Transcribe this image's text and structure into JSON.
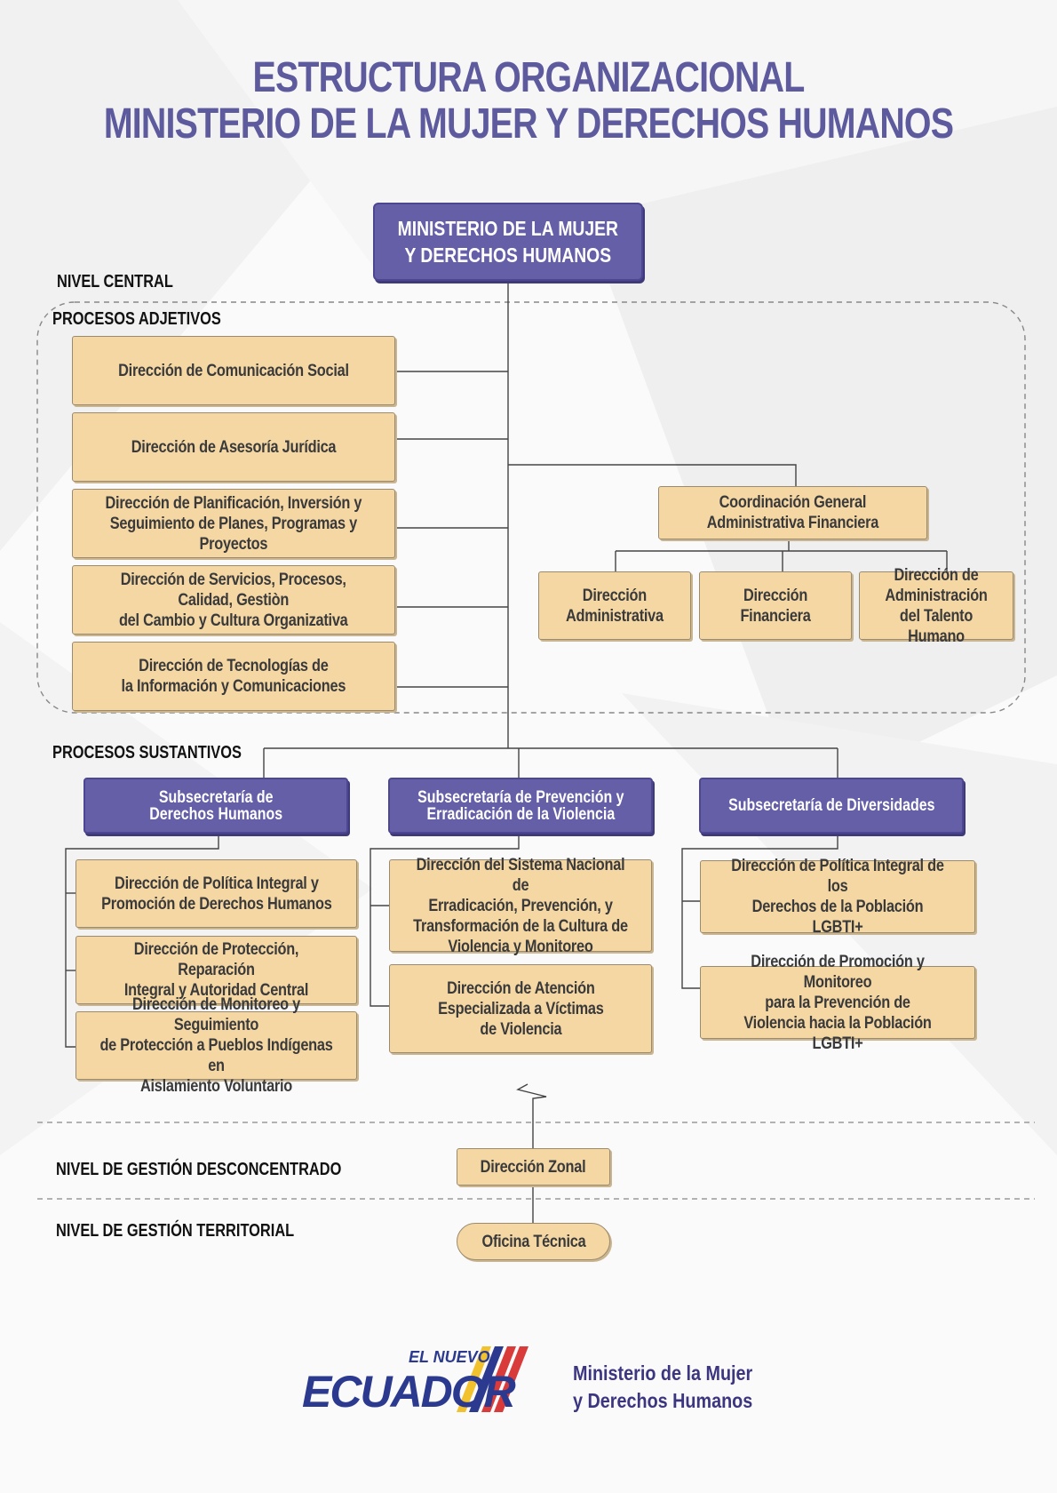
{
  "title": {
    "line1": "ESTRUCTURA ORGANIZACIONAL",
    "line2": "MINISTERIO DE LA MUJER Y DERECHOS HUMANOS"
  },
  "colors": {
    "purple": "#655fa8",
    "tan": "#f5d7a4",
    "title": "#5e5a9e"
  },
  "top_box": "MINISTERIO DE LA MUJER\nY DERECHOS HUMANOS",
  "labels": {
    "nivel_central": "NIVEL CENTRAL",
    "procesos_adjetivos": "PROCESOS ADJETIVOS",
    "procesos_sustantivos": "PROCESOS SUSTANTIVOS",
    "nivel_desconcentrado": "NIVEL DE GESTIÓN DESCONCENTRADO",
    "nivel_territorial": "NIVEL DE GESTIÓN TERRITORIAL"
  },
  "adjetivos": [
    "Dirección de Comunicación Social",
    "Dirección de Asesoría Jurídica",
    "Dirección de Planificación,  Inversión y\nSeguimiento de Planes, Programas y\nProyectos",
    "Dirección de Servicios, Procesos,\nCalidad, Gestiòn\ndel Cambio y Cultura Organizativa",
    "Dirección de Tecnologías de\nla Información y Comunicaciones"
  ],
  "coordinacion": {
    "label": "Coordinación General\nAdministrativa Financiera",
    "children": [
      "Dirección\nAdministrativa",
      "Dirección\nFinanciera",
      "Dirección de\nAdministración\ndel Talento Humano"
    ]
  },
  "subsecretarias": [
    {
      "label": "Subsecretaría de\nDerechos Humanos",
      "children": [
        "Dirección de Política Integral y\nPromoción de Derechos Humanos",
        "Dirección de Protección, Reparación\nIntegral y Autoridad Central",
        "Dirección de Monitoreo y Seguimiento\nde Protección a Pueblos Indígenas en\nAislamiento Voluntario"
      ]
    },
    {
      "label": "Subsecretaría de Prevención y\nErradicación de la Violencia",
      "children": [
        "Dirección del Sistema Nacional de\nErradicación, Prevención,  y\nTransformación de la Cultura de\nViolencia y Monitoreo",
        "Dirección de Atención\nEspecializada a Víctimas\nde Violencia"
      ]
    },
    {
      "label": "Subsecretaría de Diversidades",
      "children": [
        "Dirección de Política Integral de los\nDerechos de la Población\nLGBTI+",
        "Dirección de Promoción y Monitoreo\npara la Prevención de\nViolencia hacia la Población LGBTI+"
      ]
    }
  ],
  "zonal": "Dirección Zonal",
  "oficina": "Oficina Técnica",
  "footer": {
    "logo_small": "EL NUEVO",
    "logo_big": "ECUADOR",
    "ministry_line1": "Ministerio de la Mujer",
    "ministry_line2": "y Derechos Humanos"
  }
}
